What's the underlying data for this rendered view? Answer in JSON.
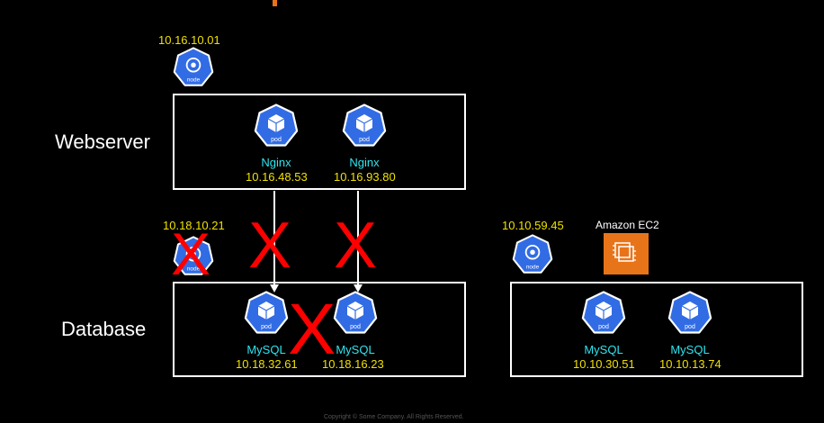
{
  "node_label": "node",
  "pod_label": "pod",
  "nodes": {
    "top": {
      "ip": "10.16.10.01"
    },
    "db": {
      "ip": "10.18.10.21"
    },
    "right": {
      "ip": "10.10.59.45"
    }
  },
  "ec2": {
    "label": "Amazon EC2"
  },
  "groups": {
    "webserver": {
      "label": "Webserver"
    },
    "database": {
      "label": "Database"
    }
  },
  "web_pods": [
    {
      "name": "Nginx",
      "ip": "10.16.48.53"
    },
    {
      "name": "Nginx",
      "ip": "10.16.93.80"
    }
  ],
  "db_pods": [
    {
      "name": "MySQL",
      "ip": "10.18.32.61"
    },
    {
      "name": "MySQL",
      "ip": "10.18.16.23"
    }
  ],
  "ec2_pods": [
    {
      "name": "MySQL",
      "ip": "10.10.30.51"
    },
    {
      "name": "MySQL",
      "ip": "10.10.13.74"
    }
  ],
  "x_mark": "X",
  "colors": {
    "ip": "#f0e000",
    "pod_name": "#2ee6f0",
    "k8s_blue": "#326ce5",
    "ec2_orange": "#e8741a",
    "fail": "#ff0000"
  },
  "footer": "Copyright © Some Company. All Rights Reserved."
}
